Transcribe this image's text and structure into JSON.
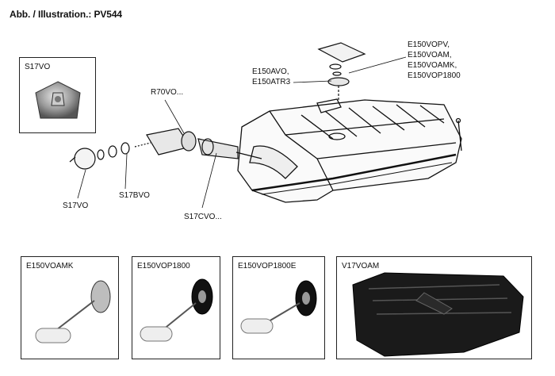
{
  "header": {
    "title": "Abb. / Illustration.: PV544"
  },
  "labels": {
    "s17vo_inset": "S17VO",
    "r70vo": "R70VO...",
    "e150avo": "E150AVO,",
    "e150atr3": "E150ATR3",
    "e150vopv_group": [
      "E150VOPV,",
      "E150VOAM,",
      "E150VOAMK,",
      "E150VOP1800"
    ],
    "s17vo": "S17VO",
    "s17bvo": "S17BVO",
    "s17cvo": "S17CVO..."
  },
  "bottom_panels": [
    {
      "label": "E150VOAMK"
    },
    {
      "label": "E150VOP1800"
    },
    {
      "label": "E150VOP1800E"
    },
    {
      "label": "V17VOAM"
    }
  ]
}
